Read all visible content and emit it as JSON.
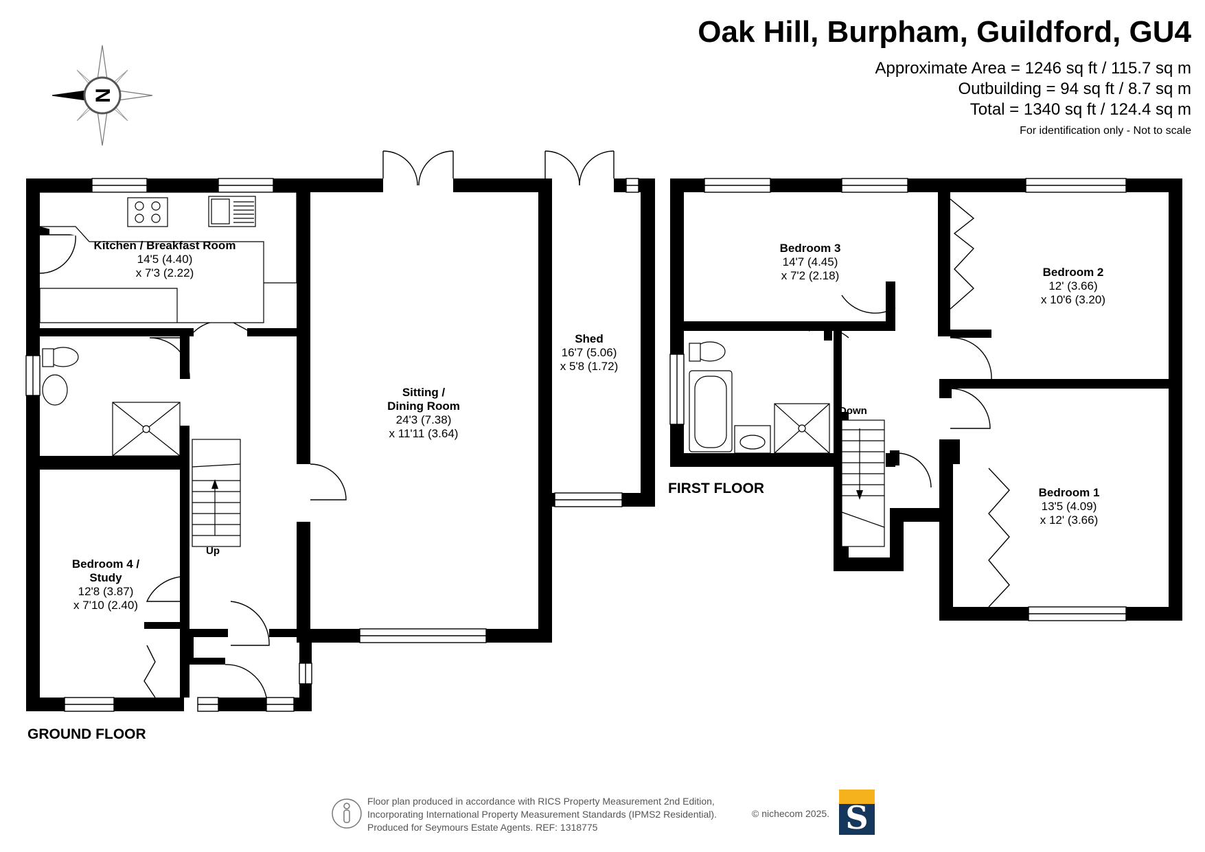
{
  "header": {
    "title": "Oak Hill, Burpham, Guildford, GU4",
    "approx_area": "Approximate Area = 1246 sq ft / 115.7 sq m",
    "outbuilding": "Outbuilding = 94 sq ft / 8.7 sq m",
    "total": "Total = 1340 sq ft / 124.4 sq m",
    "disclaimer": "For identification only - Not to scale"
  },
  "compass": {
    "letter": "N"
  },
  "floors": {
    "ground": "GROUND FLOOR",
    "first": "FIRST FLOOR"
  },
  "rooms": {
    "kitchen": {
      "name": "Kitchen / Breakfast Room",
      "dim1": "14'5 (4.40)",
      "dim2": "x 7'3 (2.22)"
    },
    "sitting": {
      "name1": "Sitting /",
      "name2": "Dining Room",
      "dim1": "24'3 (7.38)",
      "dim2": "x 11'11 (3.64)"
    },
    "shed": {
      "name": "Shed",
      "dim1": "16'7 (5.06)",
      "dim2": "x 5'8 (1.72)"
    },
    "bedroom4": {
      "name1": "Bedroom 4 /",
      "name2": "Study",
      "dim1": "12'8 (3.87)",
      "dim2": "x 7'10 (2.40)"
    },
    "bedroom3": {
      "name": "Bedroom 3",
      "dim1": "14'7 (4.45)",
      "dim2": "x 7'2 (2.18)"
    },
    "bedroom2": {
      "name": "Bedroom 2",
      "dim1": "12' (3.66)",
      "dim2": "x 10'6 (3.20)"
    },
    "bedroom1": {
      "name": "Bedroom 1",
      "dim1": "13'5 (4.09)",
      "dim2": "x 12' (3.66)"
    }
  },
  "stairs": {
    "up": "Up",
    "down": "Down"
  },
  "footer": {
    "line1": "Floor plan produced in accordance with RICS Property Measurement 2nd Edition,",
    "line2": "Incorporating International Property Measurement Standards (IPMS2 Residential).",
    "line3": "Produced for Seymours Estate Agents.   REF: 1318775",
    "copyright": "© nichecom 2025.",
    "logo_letter": "S"
  },
  "colors": {
    "wall": "#000000",
    "logo_navy": "#15375b",
    "logo_yellow": "#f5b21c",
    "footer_text": "#555555"
  }
}
